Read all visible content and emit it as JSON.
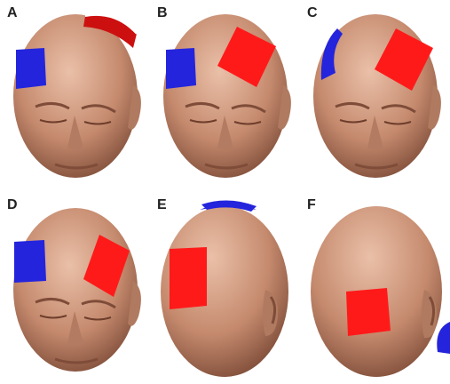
{
  "panels": [
    {
      "label": "A",
      "view": "front",
      "anode": "vertex",
      "cathode": "right-forehead"
    },
    {
      "label": "B",
      "view": "front",
      "anode": "left-frontal",
      "cathode": "right-forehead"
    },
    {
      "label": "C",
      "view": "front",
      "anode": "left-frontal",
      "cathode": "right-temple"
    },
    {
      "label": "D",
      "view": "front",
      "anode": "left-temple",
      "cathode": "right-forehead"
    },
    {
      "label": "E",
      "view": "back",
      "anode": "left-occipital",
      "cathode": "vertex"
    },
    {
      "label": "F",
      "view": "back",
      "anode": "left-parietal",
      "cathode": "right-ear"
    }
  ],
  "colors": {
    "skin_light": "#e0b098",
    "skin_mid": "#c58a6e",
    "skin_dark": "#8e5a44",
    "anode": "#ff1a1a",
    "anode_dark": "#c40000",
    "cathode": "#2020d8",
    "cathode_dark": "#10107a",
    "background": "#ffffff"
  }
}
